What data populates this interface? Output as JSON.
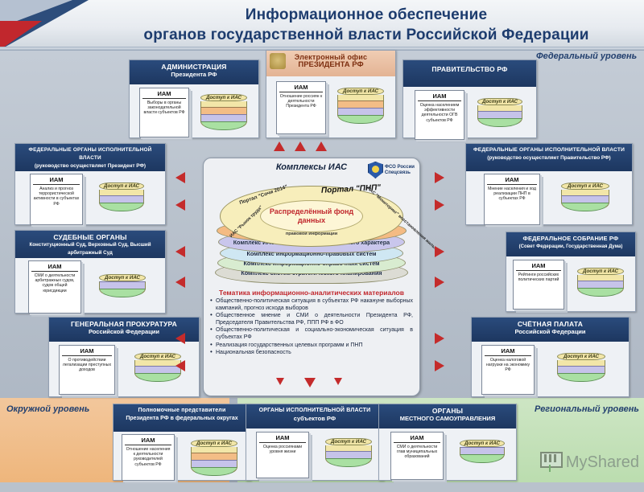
{
  "header": {
    "title_line1": "Информационное обеспечение",
    "title_line2": "органов государственной власти Российской Федерации"
  },
  "levels": {
    "federal": "Федеральный уровень",
    "okrug": "Окружной уровень",
    "regional": "Региональный уровень"
  },
  "common": {
    "iam_title": "ИАМ",
    "db_label": "Доступ к ИАС"
  },
  "center": {
    "title": "Комплексы ИАС",
    "fso_line1": "ФСО России",
    "fso_line2": "Спецсвязь",
    "core": "Распределённый фонд данных",
    "satellites": [
      "Портал \"Сочи 2014\"",
      "Портал \"ПНП\"",
      "ИАС \"Рынок труда\"",
      "ИАС \"Мониторинг\" восстановления жилья",
      "Государственный сайт правовой информации"
    ],
    "rings": [
      "Комплекс ИАС социально-экономического характера",
      "Комплекс ИАС общественно-политического характера",
      "Комплекс информационно-правовых систем",
      "Комплекс информационно-справочных систем",
      "Комплекс систем стратегического планирования"
    ],
    "themes_title": "Тематика информационно-аналитических материалов",
    "themes": [
      "Общественно-политическая ситуация в субъектах РФ накануне выборных кампаний, прогноз исхода выборов",
      "Общественное мнение и СМИ о деятельности Президента РФ, Председателя Правительства РФ, ППП РФ в ФО",
      "Общественно-политическая и социально-экономическая ситуация в субъектах РФ",
      "Реализация государственных целевых программ и ПНП",
      "Национальная безопасность"
    ]
  },
  "orgs": {
    "administration": {
      "title1": "АДМИНИСТРАЦИЯ",
      "title2": "Президента РФ",
      "iam_desc": "Выборы в органы законодательной власти субъектов РФ"
    },
    "eoffice": {
      "title1": "Электронный офис",
      "title2": "ПРЕЗИДЕНТА РФ",
      "iam_desc": "Отношение россиян к деятельности Президента РФ"
    },
    "government": {
      "title1": "ПРАВИТЕЛЬСТВО РФ",
      "title2": "",
      "iam_desc": "Оценка населением эффективности деятельности ОГВ субъектов РФ"
    },
    "feb_president": {
      "title1": "ФЕДЕРАЛЬНЫЕ ОРГАНЫ ИСПОЛНИТЕЛЬНОЙ ВЛАСТИ",
      "title2": "(руководство осуществляет Президент РФ)",
      "iam_desc": "Анализ и прогноз террористической активности в субъектах РФ"
    },
    "feb_government": {
      "title1": "ФЕДЕРАЛЬНЫЕ ОРГАНЫ ИСПОЛНИТЕЛЬНОЙ ВЛАСТИ",
      "title2": "(руководство осуществляет Правительство РФ)",
      "iam_desc": "Мнение населения и ход реализации ПНП в субъектах РФ"
    },
    "courts": {
      "title1": "СУДЕБНЫЕ ОРГАНЫ",
      "title2": "Конституционный Суд, Верховный Суд, Высший арбитражный Суд",
      "iam_desc": "СМИ о деятельности арбитражных судов, судов общей юрисдикции"
    },
    "assembly": {
      "title1": "ФЕДЕРАЛЬНОЕ СОБРАНИЕ РФ",
      "title2": "(Совет Федерации, Государственная Дума)",
      "iam_desc": "Рейтинги российских политических партий"
    },
    "prosecutor": {
      "title1": "ГЕНЕРАЛЬНАЯ ПРОКУРАТУРА",
      "title2": "Российской Федерации",
      "iam_desc": "О противодействии легализации преступных доходов"
    },
    "audit": {
      "title1": "СЧЁТНАЯ ПАЛАТА",
      "title2": "Российской Федерации",
      "iam_desc": "Оценка налоговой нагрузки на экономику РФ"
    },
    "envoys": {
      "title1": "Полномочные представители",
      "title2": "Президента РФ в федеральных округах",
      "iam_desc": "Отношение населения к деятельности руководителей субъектов РФ"
    },
    "regional_exec": {
      "title1": "ОРГАНЫ ИСПОЛНИТЕЛЬНОЙ ВЛАСТИ",
      "title2": "субъектов РФ",
      "iam_desc": "Оценка россиянами уровня жизни"
    },
    "local_gov": {
      "title1": "ОРГАНЫ",
      "title2": "МЕСТНОГО САМОУПРАВЛЕНИЯ",
      "iam_desc": "СМИ о деятельности глав муниципальных образований"
    }
  },
  "watermark": {
    "text": "MyShared"
  },
  "colors": {
    "header_blue": "#2a4b7c",
    "accent_red": "#c42b2b",
    "title_blue": "#1d3c6e",
    "peach": "#e3b394"
  }
}
